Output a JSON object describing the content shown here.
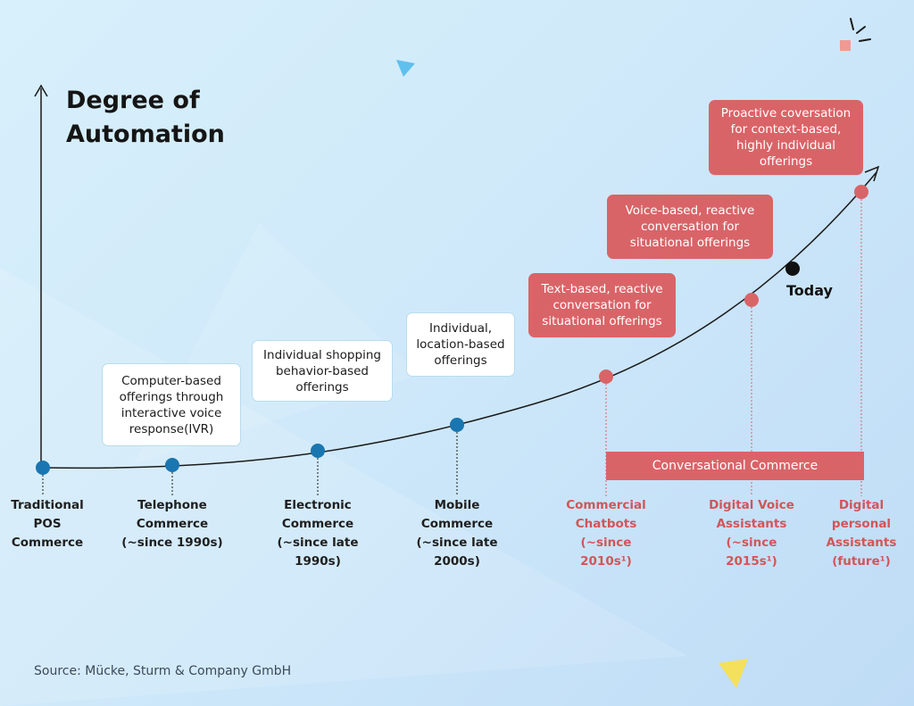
{
  "title": "Degree of\nAutomation",
  "colors": {
    "blue_node": "#1a76b0",
    "red_node": "#d96468",
    "black_node": "#111111",
    "curve": "#1a1a1a",
    "accent_red": "#d45458"
  },
  "stages": [
    {
      "label": "Traditional\nPOS\nCommerce",
      "group": "classic"
    },
    {
      "label": "Telephone\nCommerce\n(~since 1990s)",
      "box": "Computer-based offerings through interactive voice response(IVR)",
      "group": "classic"
    },
    {
      "label": "Electronic\nCommerce\n(~since late\n1990s)",
      "box": "Individual shopping behavior-based offerings",
      "group": "classic"
    },
    {
      "label": "Mobile\nCommerce\n(~since late\n2000s)",
      "box": "Individual, location-based offerings",
      "group": "classic"
    },
    {
      "label": "Commercial\nChatbots\n(~since\n2010s¹)",
      "box": "Text-based, reactive conversation for situational offerings",
      "group": "conversational"
    },
    {
      "label": "Digital Voice\nAssistants\n(~since\n2015s¹)",
      "box": "Voice-based, reactive conversation for situational offerings",
      "group": "conversational"
    },
    {
      "label": "Digital\npersonal\nAssistants\n(future¹)",
      "box": "Proactive coversation for context-based, highly individual offerings",
      "group": "conversational"
    }
  ],
  "today_label": "Today",
  "conversational_band": "Conversational Commerce",
  "source": "Source: Mücke, Sturm & Company GmbH"
}
